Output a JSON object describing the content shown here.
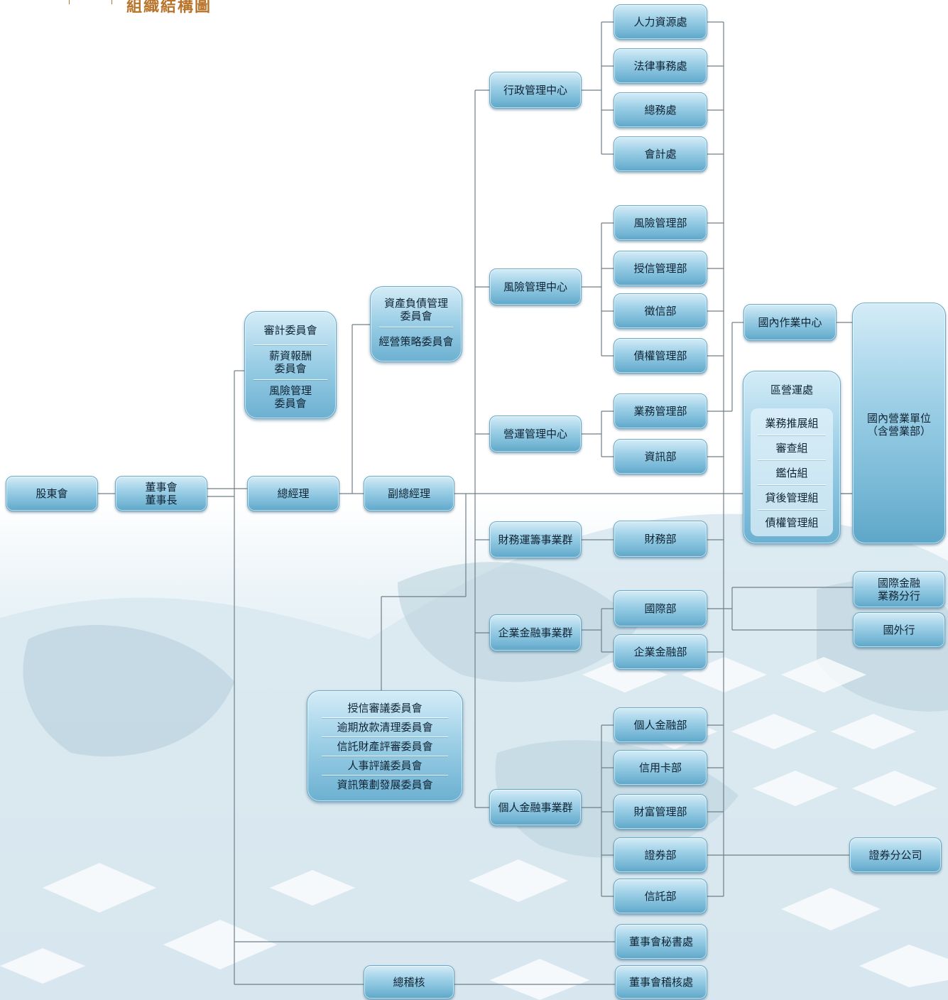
{
  "header": {
    "title": "組織結構圖"
  },
  "colors": {
    "box_light": "#d4ecf7",
    "box_dark": "#5ea6c8",
    "line": "#6f7f88",
    "title": "#b8742a"
  },
  "nodes": {
    "shareholders": "股東會",
    "board_l1": "董事會",
    "board_l2": "董事長",
    "president": "總經理",
    "svp": "副總經理",
    "admin_center": "行政管理中心",
    "hr": "人力資源處",
    "legal": "法律事務處",
    "general_affairs": "總務處",
    "accounting": "會計處",
    "risk_center": "風險管理中心",
    "risk_dept": "風險管理部",
    "credit_dept": "授信管理部",
    "credit_info": "徵信部",
    "debt_dept": "債權管理部",
    "ops_center": "營運管理中心",
    "biz_dept": "業務管理部",
    "it_dept": "資訊部",
    "finance_group": "財務運籌事業群",
    "finance_dept": "財務部",
    "corp_group": "企業金融事業群",
    "intl_dept": "國際部",
    "corp_dept": "企業金融部",
    "personal_group": "個人金融事業群",
    "personal_dept": "個人金融部",
    "card_dept": "信用卡部",
    "wealth_dept": "財富管理部",
    "securities_dept": "證券部",
    "trust_dept": "信託部",
    "board_secretariat": "董事會秘書處",
    "chief_auditor": "總稽核",
    "board_audit": "董事會稽核處",
    "domestic_ops_center": "國內作業中心",
    "obu_l1": "國際金融",
    "obu_l2": "業務分行",
    "overseas_branch": "國外行",
    "securities_branch": "證券分公司",
    "domestic_units_l1": "國內營業單位",
    "domestic_units_l2": "（含營業部）"
  },
  "board_committees": [
    "審計委員會",
    "薪資報酬\n委員會",
    "風險管理\n委員會"
  ],
  "alm_committees": [
    "資產負債管理\n委員會",
    "經營策略委員會"
  ],
  "mgmt_committees": [
    "授信審議委員會",
    "逾期放款清理委員會",
    "信託財產評審委員會",
    "人事評議委員會",
    "資訊策劃發展委員會"
  ],
  "regional": {
    "title": "區營運處",
    "teams": [
      "業務推展組",
      "審查組",
      "鑑估組",
      "貸後管理組",
      "債權管理組"
    ]
  }
}
